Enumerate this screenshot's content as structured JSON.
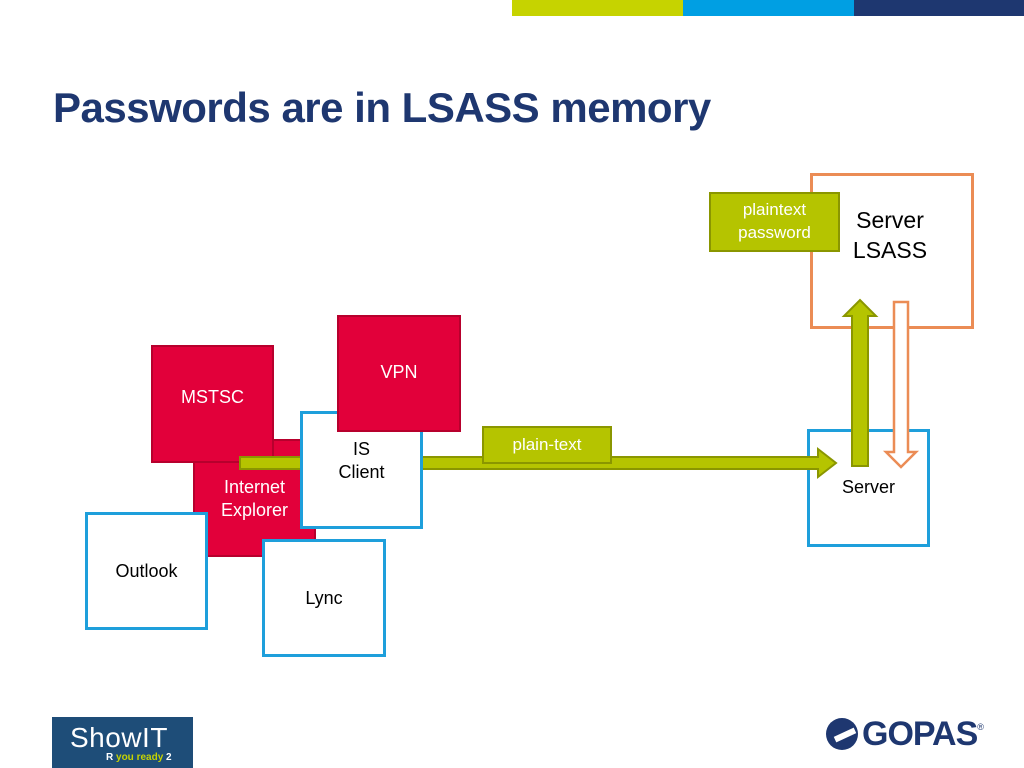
{
  "title": "Passwords are in LSASS memory",
  "colors": {
    "title": "#1e3770",
    "bar_green": "#c6d300",
    "bar_blue": "#009fe3",
    "bar_navy": "#1e3770",
    "client_border": "#1e9fdb",
    "client_red": "#e2003a",
    "arrow_green": "#b5c400",
    "arrow_orange": "#eb8c55"
  },
  "clients": {
    "mstsc": "MSTSC",
    "vpn": "VPN",
    "internet_explorer": "Internet\nExplorer",
    "is_client": "IS\nClient",
    "outlook": "Outlook",
    "lync": "Lync"
  },
  "server": "Server",
  "server_lsass": "Server\nLSASS",
  "labels": {
    "plain_text": "plain-text",
    "plaintext_password": "plaintext\npassword"
  },
  "logos": {
    "showit": "ShowIT",
    "showit_sub_r": "R",
    "showit_sub_you": "you ready",
    "showit_sub_2": "2",
    "gopas": "GOPAS",
    "gopas_reg": "®"
  }
}
